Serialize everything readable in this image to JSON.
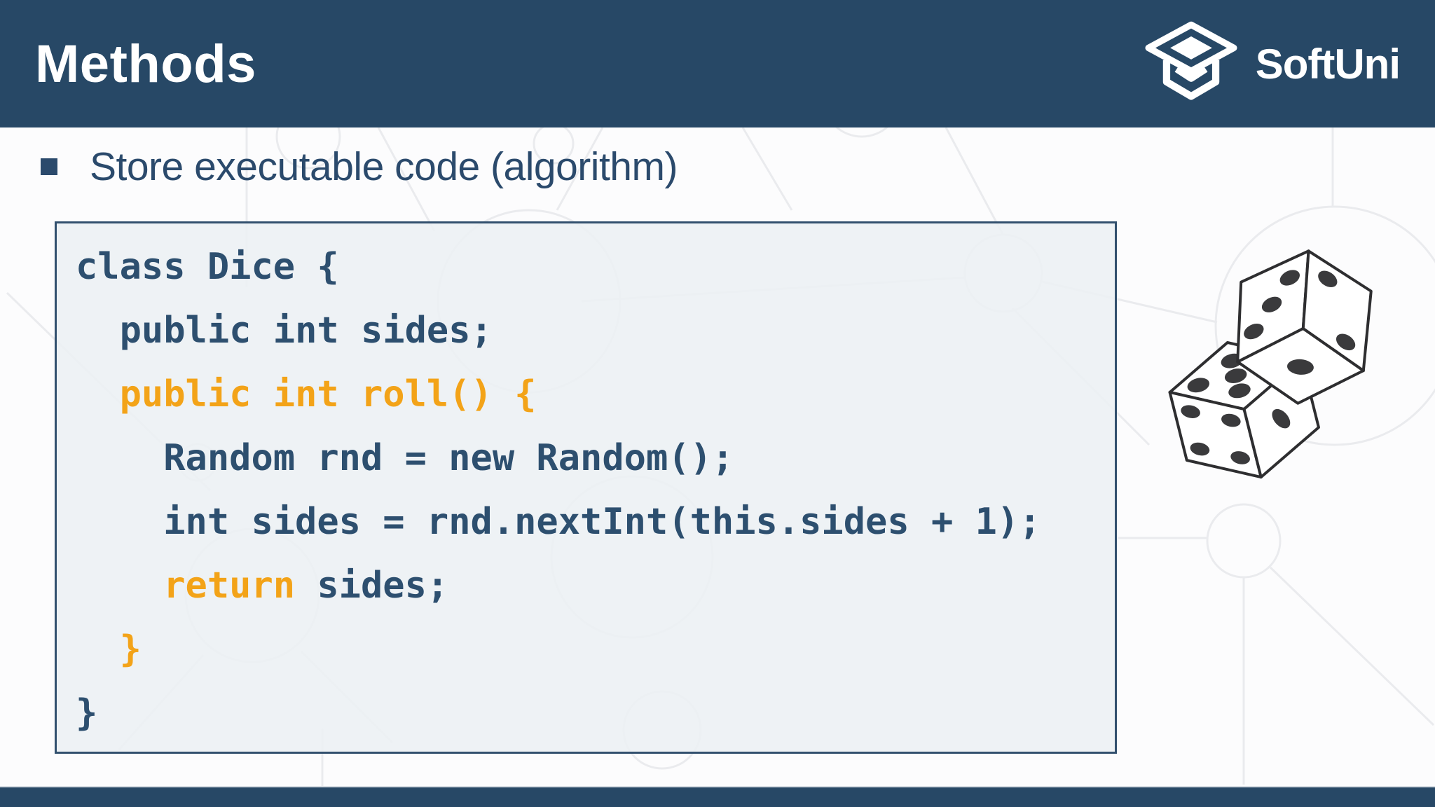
{
  "header": {
    "title": "Methods",
    "logo_text": "SoftUni",
    "logo_icon": "graduation-cap-icon"
  },
  "content": {
    "bullet": {
      "marker": "square-bullet",
      "text": "Store executable code (algorithm)"
    },
    "code": {
      "language_style": "class-definition",
      "lines": [
        {
          "indent": 0,
          "segments": [
            {
              "text": "class Dice {",
              "color": "code_navy"
            }
          ]
        },
        {
          "indent": 1,
          "segments": [
            {
              "text": "public int sides;",
              "color": "code_navy"
            }
          ]
        },
        {
          "indent": 1,
          "segments": [
            {
              "text": "public int roll() {",
              "color": "code_orange"
            }
          ]
        },
        {
          "indent": 2,
          "segments": [
            {
              "text": "Random rnd = new Random();",
              "color": "code_navy"
            }
          ]
        },
        {
          "indent": 2,
          "segments": [
            {
              "text": "int sides = rnd.nextInt(this.sides + 1);",
              "color": "code_navy"
            }
          ]
        },
        {
          "indent": 2,
          "segments": [
            {
              "text": "return ",
              "color": "code_orange"
            },
            {
              "text": "sides;",
              "color": "code_navy"
            }
          ]
        },
        {
          "indent": 1,
          "segments": [
            {
              "text": "}",
              "color": "code_orange"
            }
          ]
        },
        {
          "indent": 0,
          "segments": [
            {
              "text": "}",
              "color": "code_navy"
            }
          ]
        }
      ]
    },
    "illustration": "two-dice-illustration"
  },
  "colors": {
    "header_navy": "#274866",
    "page_bg": "#fcfcfd",
    "bullet_navy": "#2b4a6c",
    "code_navy": "#2d4f6f",
    "code_orange": "#f3a318",
    "box_border": "#32506e",
    "box_bg": "#edf0f4",
    "pattern_gray": "#e8e9ec",
    "dice_ink": "#3a3a3c"
  }
}
